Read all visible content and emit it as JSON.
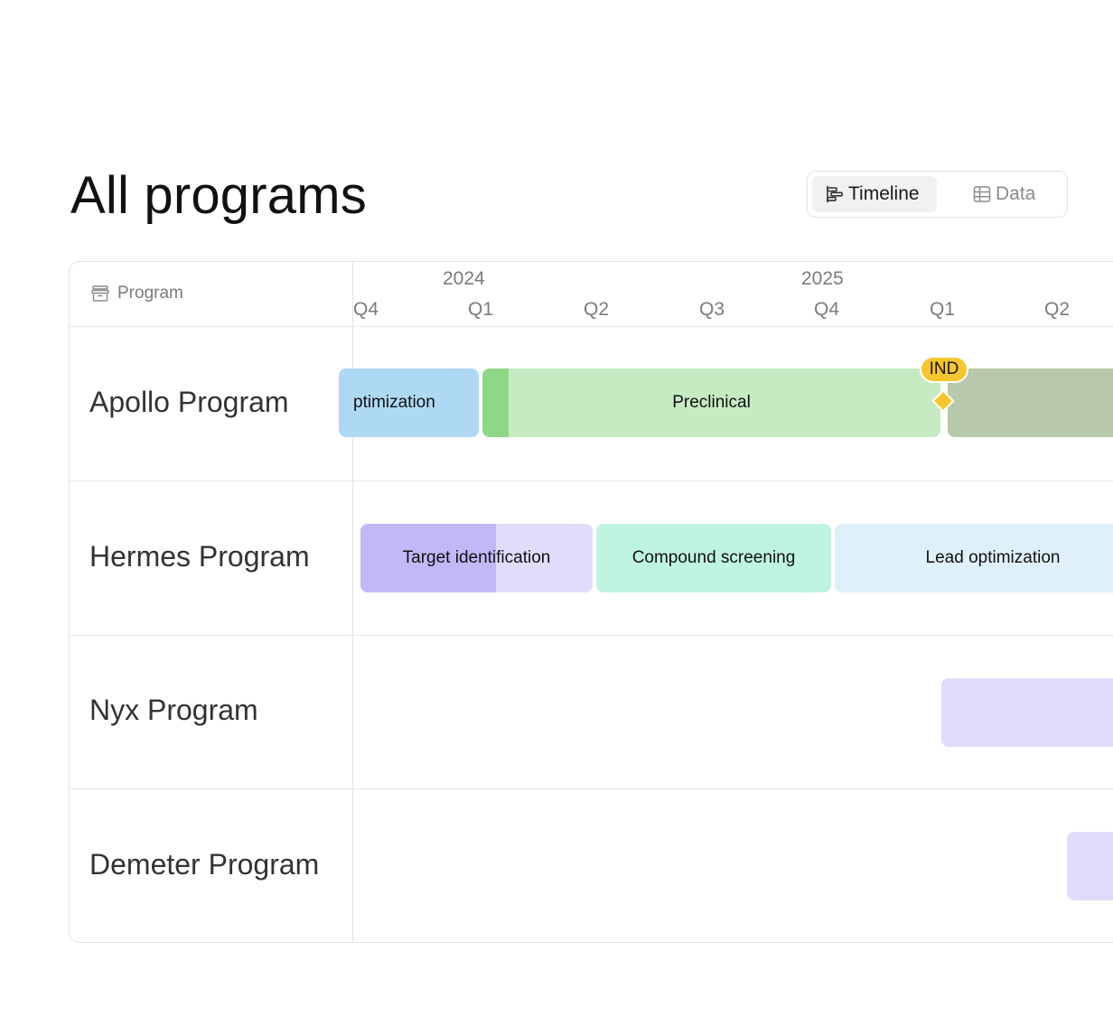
{
  "page": {
    "title": "All programs"
  },
  "view_toggle": {
    "timeline_label": "Timeline",
    "data_label": "Data",
    "timeline_icon": "timeline-icon",
    "data_icon": "table-grid-icon",
    "selected": "Timeline"
  },
  "grid": {
    "header": {
      "program_label": "Program",
      "program_icon": "archive-box-icon"
    },
    "years": [
      "2024",
      "2025"
    ],
    "quarters": [
      "Q4",
      "Q1",
      "Q2",
      "Q3",
      "Q4",
      "Q1",
      "Q2"
    ],
    "programs": [
      {
        "name": "Apollo Program",
        "phases": [
          {
            "label": "ptimization",
            "color": "#aed9f4"
          },
          {
            "label": "Preclinical",
            "color": "#c6ebc3",
            "progress_color": "#8ed787"
          },
          {
            "label": "",
            "color": "#b8c8ab"
          }
        ],
        "milestone": {
          "label": "IND",
          "color": "#f7c52d"
        }
      },
      {
        "name": "Hermes Program",
        "phases": [
          {
            "label": "Target identification",
            "color": "#e0dcfb",
            "progress_color": "#c2b8f8"
          },
          {
            "label": "Compound screening",
            "color": "#bff4e0"
          },
          {
            "label": "Lead optimization",
            "color": "#dff0fa"
          }
        ]
      },
      {
        "name": "Nyx Program",
        "phases": [
          {
            "label": "",
            "color": "#e0dcfb"
          }
        ]
      },
      {
        "name": "Demeter Program",
        "phases": [
          {
            "label": "",
            "color": "#e0dcfb"
          }
        ]
      }
    ]
  }
}
